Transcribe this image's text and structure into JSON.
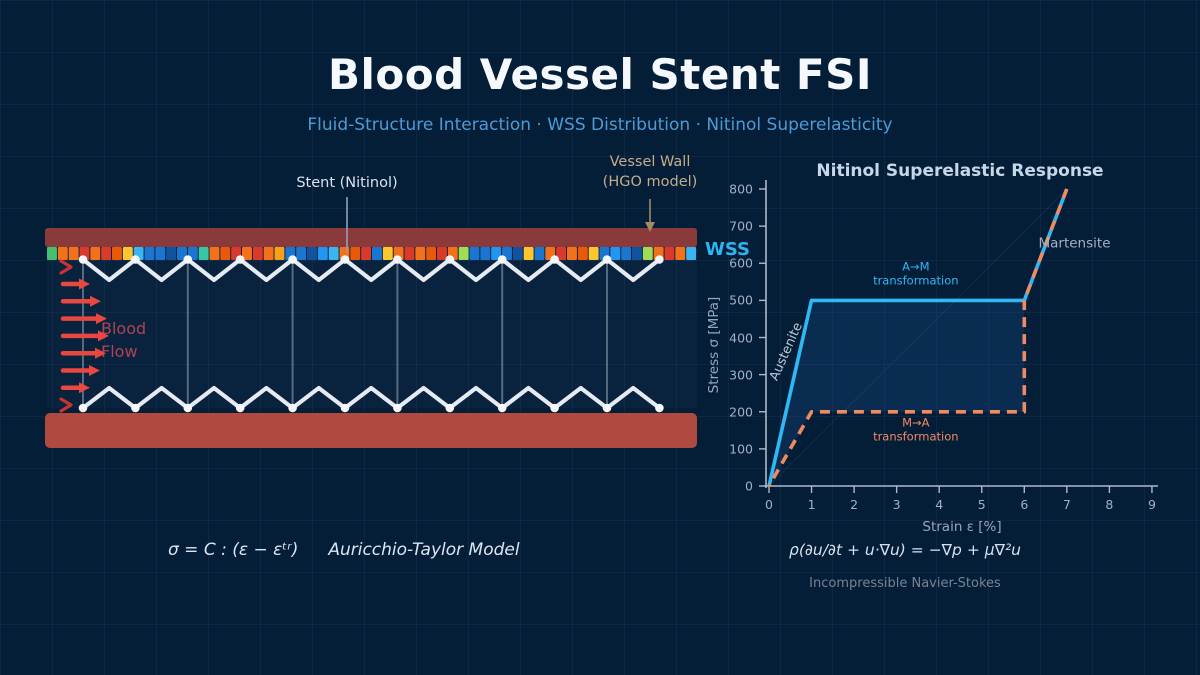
{
  "page": {
    "title": "Blood Vessel Stent FSI",
    "subtitle": "Fluid-Structure Interaction  ·  WSS Distribution  ·  Nitinol Superelasticity"
  },
  "colors": {
    "background": "#051e38",
    "grid": "rgba(86,134,196,0.09)",
    "wall_top": "#8a3a3a",
    "wall_bottom": "#b04a40",
    "lumen_tint": "rgba(96,140,200,0.05)",
    "stent": "#e6ebf3",
    "stent_node": "#f5f7fb",
    "strut": "rgba(203,212,226,0.40)",
    "flow_arrow": "#e8483f",
    "flow_chevron": "#c43434",
    "flow_text": "#b2404e",
    "wss_label": "#2cb5f2",
    "stent_pointer": "#93a0b4",
    "wall_pointer": "#a18b66",
    "loading": "#2eb8f5",
    "unloading": "#f08a62",
    "hysteresis_fill": "rgba(46,118,210,0.16)",
    "hysteresis_edge": "rgba(150,185,230,0.10)",
    "axis": "#aeb9c8",
    "tick_label": "#9fb0c2",
    "axis_label": "#97a6b8",
    "chart_title": "#c6d7e8"
  },
  "vessel": {
    "stent_label": "Stent (Nitinol)",
    "wall_label": [
      "Vessel Wall",
      "(HGO model)"
    ],
    "wss_label": "WSS",
    "blood_label": [
      "Blood",
      "Flow"
    ],
    "flow_profile": [
      16,
      27,
      33,
      35,
      32,
      26,
      16
    ],
    "wss_strip": [
      "#46c06e",
      "#f4711c",
      "#f4711c",
      "#d93a2b",
      "#f4711c",
      "#d93a2b",
      "#e8590c",
      "#fdc62e",
      "#3ab5ef",
      "#1b76d2",
      "#1b76d2",
      "#11539f",
      "#1b76d2",
      "#1b76d2",
      "#35c8a4",
      "#f4711c",
      "#e8590c",
      "#d93a2b",
      "#f4711c",
      "#d93a2b",
      "#f4711c",
      "#f6a21a",
      "#1b76d2",
      "#1b76d2",
      "#11539f",
      "#2196f3",
      "#3ab5ef",
      "#f4711c",
      "#e8590c",
      "#d93a2b",
      "#1b76d2",
      "#fdc62e",
      "#f4711c",
      "#d93a2b",
      "#f4711c",
      "#e8590c",
      "#d93a2b",
      "#f4711c",
      "#9edd55",
      "#1b76d2",
      "#1b76d2",
      "#2196f3",
      "#1b76d2",
      "#11539f",
      "#fdc62e",
      "#1b76d2",
      "#f4711c",
      "#d93a2b",
      "#f4711c",
      "#e8590c",
      "#fdc62e",
      "#1b76d2",
      "#2196f3",
      "#1b76d2",
      "#11539f",
      "#9edd55",
      "#f4711c",
      "#d93a2b",
      "#f4711c",
      "#3ab5ef"
    ]
  },
  "chart_data": {
    "type": "line",
    "title": "Nitinol Superelastic Response",
    "xlabel": "Strain  ε  [%]",
    "ylabel": "Stress  σ  [MPa]",
    "xlim": [
      0,
      9
    ],
    "ylim": [
      0,
      800
    ],
    "xticks": [
      0,
      1,
      2,
      3,
      4,
      5,
      6,
      7,
      8,
      9
    ],
    "yticks": [
      0,
      100,
      200,
      300,
      400,
      500,
      600,
      700,
      800
    ],
    "grid": false,
    "series": [
      {
        "name": "loading",
        "label": "A→M transformation",
        "style": "solid",
        "color_key": "loading",
        "points": [
          [
            0,
            0
          ],
          [
            1,
            500
          ],
          [
            6,
            500
          ],
          [
            7,
            800
          ]
        ]
      },
      {
        "name": "unloading",
        "label": "M→A transformation",
        "style": "dashed",
        "color_key": "unloading",
        "points": [
          [
            7,
            800
          ],
          [
            6,
            500
          ],
          [
            6,
            200
          ],
          [
            1,
            200
          ],
          [
            0,
            0
          ]
        ]
      }
    ],
    "annotations": [
      {
        "id": "am-transformation",
        "lines": [
          "A→M",
          "transformation"
        ],
        "x": 3.45,
        "y": 572,
        "color": "#2eb8f5"
      },
      {
        "id": "ma-transformation",
        "lines": [
          "M→A",
          "transformation"
        ],
        "x": 3.45,
        "y": 152,
        "color": "#ef8a62"
      },
      {
        "id": "austenite",
        "lines": [
          "Austenite"
        ],
        "x": 0.42,
        "y": 361,
        "rotate": -66,
        "color": "#bcc8d6",
        "size": 13
      },
      {
        "id": "martensite",
        "lines": [
          "Martensite"
        ],
        "x": 7.18,
        "y": 652,
        "color": "#a3b3c4",
        "size": 13.5
      }
    ]
  },
  "formulas": {
    "constitutive": "σ = C : (ε − εᵗʳ)",
    "model_name": "Auricchio-Taylor Model",
    "navier_stokes": "ρ(∂u/∂t + u·∇u) = −∇p + μ∇²u",
    "ns_caption": "Incompressible Navier-Stokes"
  }
}
